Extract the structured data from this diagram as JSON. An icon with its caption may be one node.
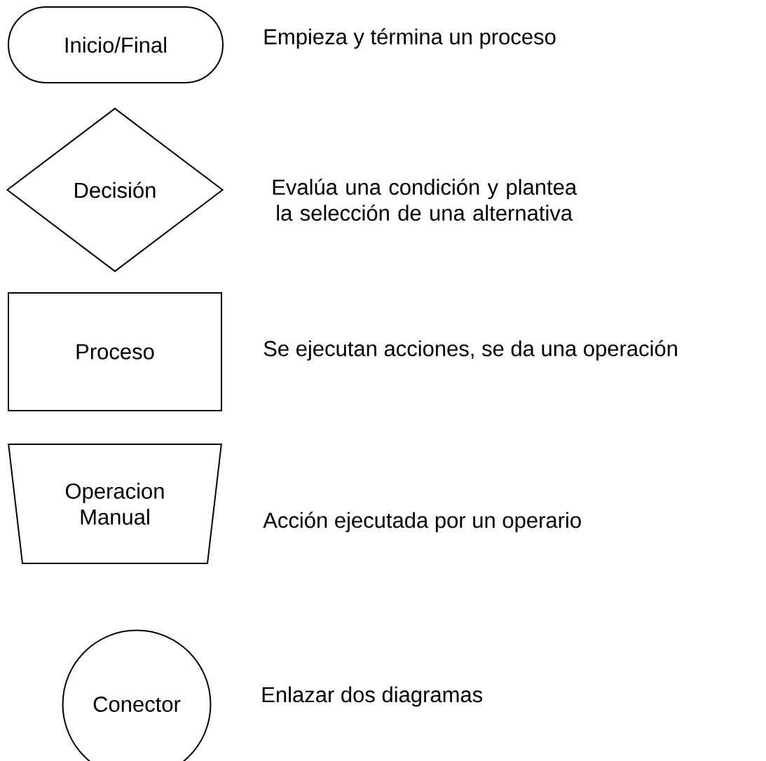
{
  "diagram": {
    "nodes": [
      {
        "text": [
          "Inicio/Final"
        ],
        "beside": [
          "Empieza y términa un proceso"
        ]
      },
      {
        "text": [
          "Decisión"
        ],
        "beside": [
          "Evalúa una condición y plantea la selección de una alternativa"
        ]
      },
      {
        "text": [
          "Proceso"
        ],
        "beside": [
          "Se ejecutan acciones, se da una operación"
        ]
      },
      {
        "text": [
          "Operacion Manual"
        ],
        "beside": [
          "Acción ejecutada por un operario"
        ]
      },
      {
        "text": [
          "Conector"
        ],
        "beside": [
          "Enlazar dos diagramas"
        ]
      }
    ]
  }
}
